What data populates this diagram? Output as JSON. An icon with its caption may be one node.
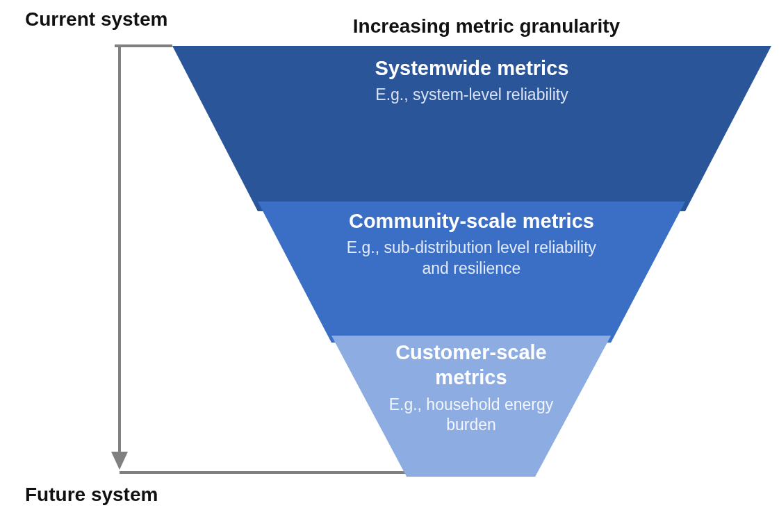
{
  "diagram": {
    "nodes": [
      {
        "text": [
          "Systemwide metrics",
          "E.g., system-level reliability"
        ]
      },
      {
        "text": [
          "Community-scale metrics",
          "E.g., sub-distribution level reliability and resilience"
        ]
      },
      {
        "text": [
          "Customer-scale metrics",
          "E.g., household energy burden"
        ]
      }
    ],
    "edges": [],
    "labels": [
      "Current system",
      "Increasing metric granularity",
      "Future system"
    ]
  }
}
